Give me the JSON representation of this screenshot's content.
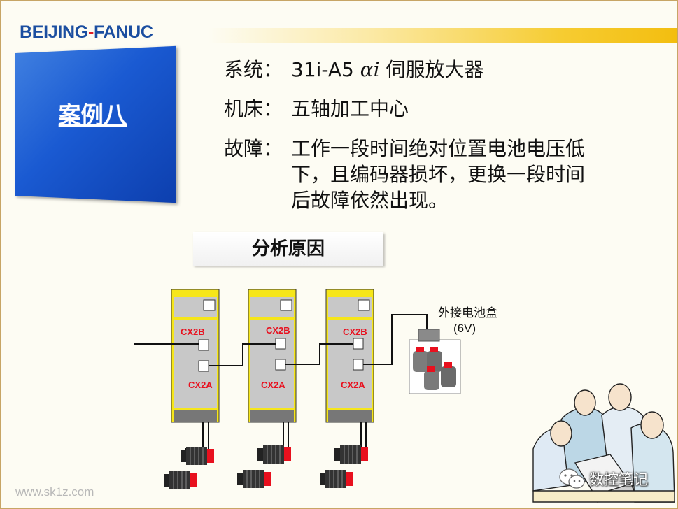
{
  "logo": {
    "part1": "BEIJING",
    "dash": "-",
    "part2": "FANUC"
  },
  "case_title": "案例八",
  "info": [
    {
      "label": "系统：",
      "value_prefix": "31i-A5 ",
      "value_alpha": "αi",
      "value_suffix": " 伺服放大器"
    },
    {
      "label": "机床：",
      "value": "五轴加工中心"
    },
    {
      "label": "故障：",
      "lines": [
        "工作一段时间绝对位置电池电压低",
        "下，且编码器损坏，更换一段时间",
        "后故障依然出现。"
      ]
    }
  ],
  "section_title": "分析原因",
  "diagram": {
    "amplifiers": [
      {
        "top_port": "CX2B",
        "bottom_port": "CX2A"
      },
      {
        "top_port": "CX2B",
        "bottom_port": "CX2A"
      },
      {
        "top_port": "CX2B",
        "bottom_port": "CX2A"
      }
    ],
    "battery_label": "外接电池盒",
    "battery_voltage": "(6V)",
    "colors": {
      "amp_yellow": "#f6e61a",
      "amp_gray": "#c8c8c8",
      "label_red": "#e8101e",
      "motor_red": "#e8101e"
    }
  },
  "watermark": "www.sk1z.com",
  "wechat_label": "数控笔记",
  "colors": {
    "accent_blue": "#1a5ad2",
    "logo_blue": "#1b4ea0",
    "logo_red": "#e01f26",
    "border": "#c7a565"
  }
}
